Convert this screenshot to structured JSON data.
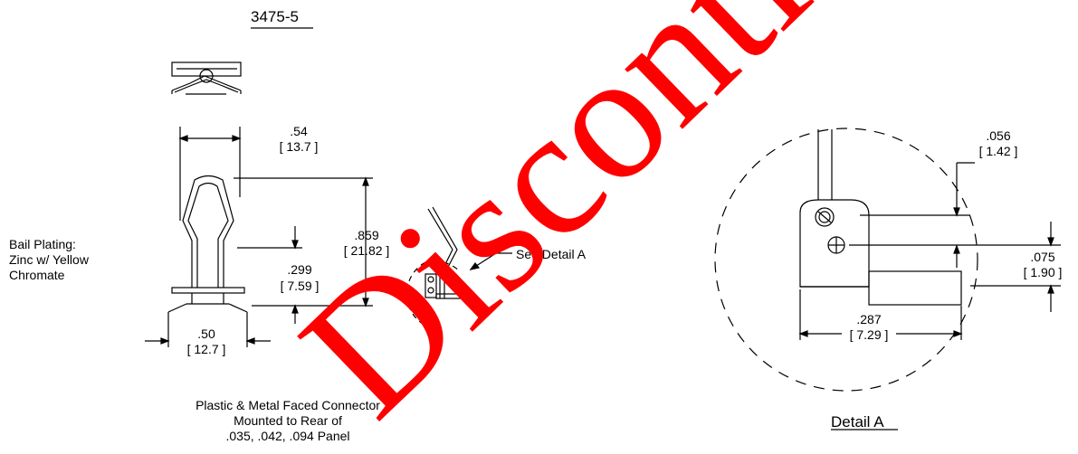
{
  "part_number": "3475-5",
  "plating_note": [
    "Bail Plating:",
    "Zinc w/ Yellow",
    "Chromate"
  ],
  "dimensions": {
    "width_top": {
      "in": ".54",
      "mm": "[ 13.7 ]"
    },
    "height_total": {
      "in": ".859",
      "mm": "[ 21.82 ]"
    },
    "height_lower": {
      "in": ".299",
      "mm": "[ 7.59 ]"
    },
    "width_base": {
      "in": ".50",
      "mm": "[ 12.7 ]"
    },
    "detail_top": {
      "in": ".056",
      "mm": "[ 1.42 ]"
    },
    "detail_mid": {
      "in": ".075",
      "mm": "[ 1.90 ]"
    },
    "detail_width": {
      "in": ".287",
      "mm": "[ 7.29 ]"
    }
  },
  "see_detail_label": "See Detail A",
  "mount_note": [
    "Plastic & Metal Faced Connector",
    "Mounted to Rear of",
    ".035, .042, .094 Panel"
  ],
  "detail_title": "Detail A",
  "watermark_text": "Discontinued",
  "colors": {
    "line": "#000000",
    "watermark": "#ff0000",
    "background": "#ffffff"
  }
}
